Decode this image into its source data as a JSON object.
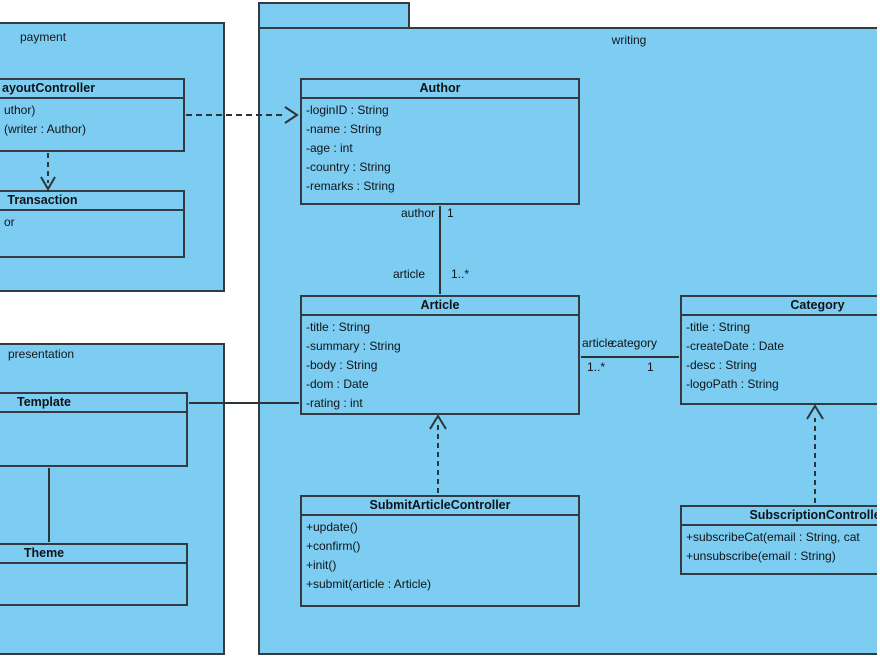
{
  "diagram": {
    "fill_color": "#7CCDF1",
    "line_color": "#333A40",
    "background": "#FFFFFF"
  },
  "packages": {
    "payment": {
      "label": "payment"
    },
    "presentation": {
      "label": "presentation"
    },
    "writing": {
      "label": "writing"
    }
  },
  "classes": {
    "payout_controller": {
      "title": "ayoutController",
      "members": [
        "uthor)",
        "(writer : Author)"
      ]
    },
    "transaction": {
      "title": "Transaction",
      "members": [
        "or"
      ]
    },
    "author": {
      "title": "Author",
      "members": [
        "-loginID : String",
        "-name : String",
        "-age : int",
        "-country : String",
        "-remarks : String"
      ]
    },
    "article": {
      "title": "Article",
      "members": [
        "-title : String",
        "-summary : String",
        "-body : String",
        "-dom : Date",
        "-rating : int"
      ]
    },
    "category": {
      "title": "Category",
      "members": [
        "-title : String",
        "-createDate : Date",
        "-desc : String",
        "-logoPath : String"
      ]
    },
    "submit_article_controller": {
      "title": "SubmitArticleController",
      "members": [
        "+update()",
        "+confirm()",
        "+init()",
        "+submit(article : Article)"
      ]
    },
    "subscription_controller": {
      "title": "SubscriptionController",
      "members": [
        "+subscribeCat(email : String, cat",
        "+unsubscribe(email : String)"
      ]
    },
    "template": {
      "title": "Template",
      "members": []
    },
    "theme": {
      "title": "Theme",
      "members": []
    }
  },
  "associations": {
    "author_article": {
      "role1": "author",
      "mult1": "1",
      "role2": "article",
      "mult2": "1..*"
    },
    "article_category": {
      "role1": "article",
      "mult1": "1..*",
      "role2": "category",
      "mult2": "1"
    }
  }
}
